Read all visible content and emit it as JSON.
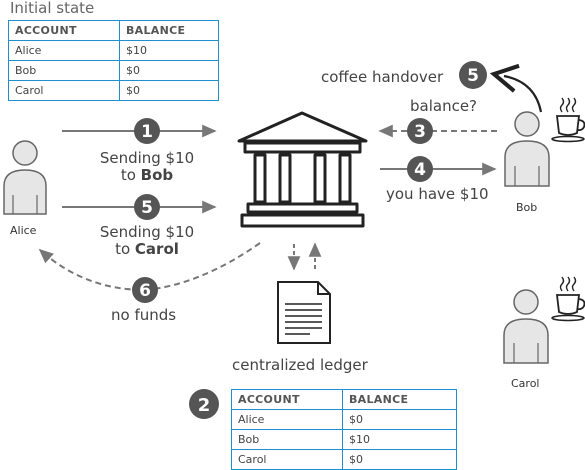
{
  "initial_state": {
    "title": "Initial state",
    "headers": [
      "ACCOUNT",
      "BALANCE"
    ],
    "rows": [
      [
        "Alice",
        "$10"
      ],
      [
        "Bob",
        "$0"
      ],
      [
        "Carol",
        "$0"
      ]
    ]
  },
  "final_state": {
    "step": "2",
    "headers": [
      "ACCOUNT",
      "BALANCE"
    ],
    "rows": [
      [
        "Alice",
        "$0"
      ],
      [
        "Bob",
        "$10"
      ],
      [
        "Carol",
        "$0"
      ]
    ]
  },
  "actors": {
    "alice": "Alice",
    "bob": "Bob",
    "carol": "Carol"
  },
  "ledger_label": "centralized ledger",
  "steps": {
    "s1": {
      "num": "1",
      "text": "Sending $10",
      "to": "to ",
      "target": "Bob"
    },
    "s3": {
      "num": "3",
      "text": "balance?"
    },
    "s4": {
      "num": "4",
      "text": "you have $10"
    },
    "s5a": {
      "num": "5",
      "text": "coffee handover"
    },
    "s5b": {
      "num": "5",
      "text": "Sending $10",
      "to": "to ",
      "target": "Carol"
    },
    "s6": {
      "num": "6",
      "text": "no funds"
    }
  },
  "colors": {
    "table_border": "#1d8fcf",
    "badge": "#555555",
    "arrow": "#777777",
    "person_fill": "#e6e6e6",
    "person_stroke": "#666666"
  }
}
